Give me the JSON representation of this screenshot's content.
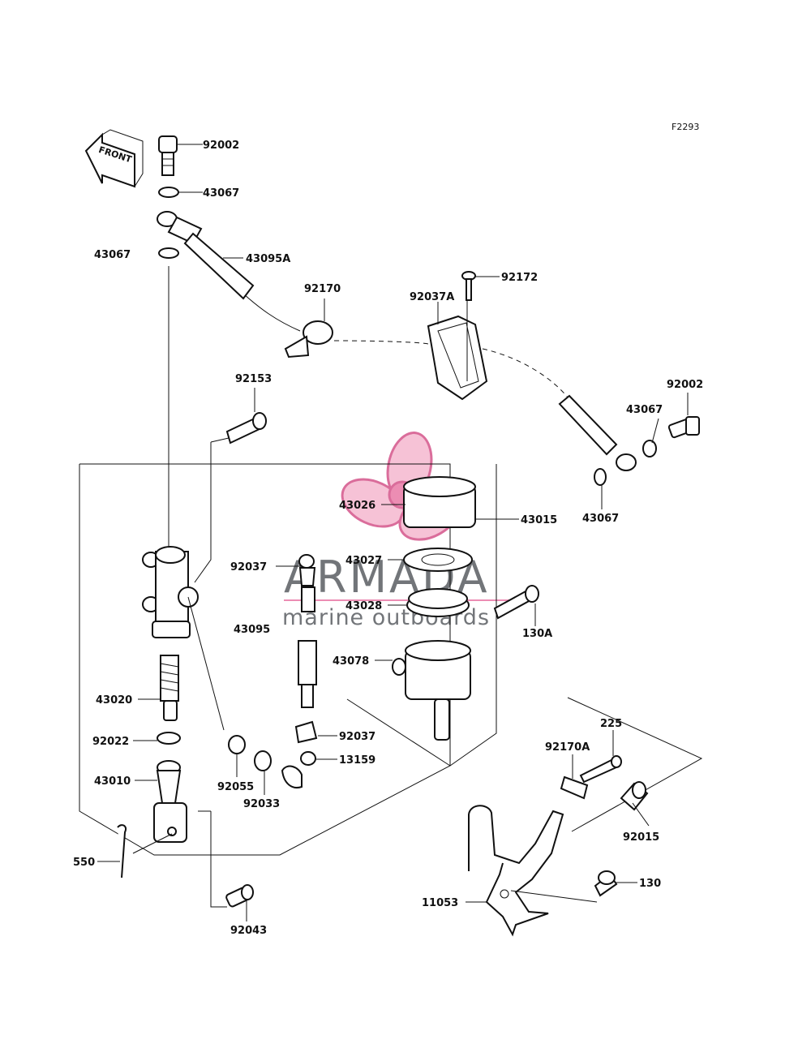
{
  "figure_code": "F2293",
  "front_label": "FRONT",
  "watermark": {
    "brand": "ARMADA",
    "tagline": "marine outboards",
    "accent_color": "#d4548a"
  },
  "part_labels": {
    "p92002_top": "92002",
    "p43067_top": "43067",
    "p43067_left": "43067",
    "p43095A": "43095A",
    "p92170": "92170",
    "p92037A": "92037A",
    "p92172": "92172",
    "p92002_right": "92002",
    "p43067_right1": "43067",
    "p43067_right2": "43067",
    "p92153": "92153",
    "p43026": "43026",
    "p43015": "43015",
    "p43027": "43027",
    "p92037_top": "92037",
    "p43028": "43028",
    "p130A": "130A",
    "p43095": "43095",
    "p43078": "43078",
    "p43020": "43020",
    "p92022": "92022",
    "p92037_bottom": "92037",
    "p13159": "13159",
    "p43010": "43010",
    "p92055": "92055",
    "p92033": "92033",
    "p225": "225",
    "p92170A": "92170A",
    "p92015": "92015",
    "p550": "550",
    "p130": "130",
    "p11053": "11053",
    "p92043": "92043"
  }
}
